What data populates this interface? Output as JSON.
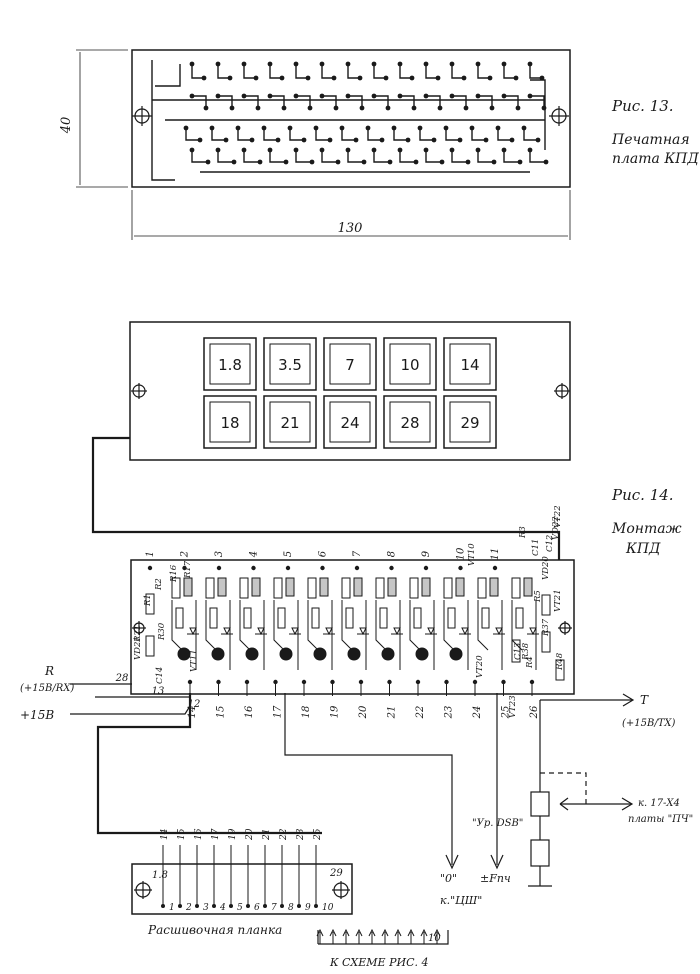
{
  "fig13": {
    "caption_number": "Рис. 13.",
    "caption_line1": "Печатная",
    "caption_line2": "плата КПД",
    "dim_height": "40",
    "dim_width": "130"
  },
  "fig14": {
    "caption_number": "Рис. 14.",
    "caption_line1": "Монтаж",
    "caption_line2": "КПД",
    "keypad_keys": [
      "1.8",
      "3.5",
      "7",
      "10",
      "14",
      "18",
      "21",
      "24",
      "28",
      "29"
    ],
    "top_pins": [
      "1",
      "2",
      "3",
      "4",
      "5",
      "6",
      "7",
      "8",
      "9",
      "10",
      "11"
    ],
    "bottom_pins": [
      "14",
      "15",
      "16",
      "17",
      "18",
      "19",
      "20",
      "21",
      "22",
      "23",
      "24",
      "25",
      "26"
    ],
    "left_pins": [
      "28",
      "13",
      "12"
    ],
    "components": [
      "R1",
      "R2",
      "R16",
      "R17",
      "R30",
      "R3",
      "R5",
      "R37",
      "R48",
      "R4",
      "R21",
      "C11",
      "C12",
      "C13",
      "C14",
      "VD20",
      "VD21",
      "VD22",
      "VT10",
      "VT11",
      "VT20",
      "VT21",
      "VT22",
      "VT23",
      "R38"
    ],
    "label_r": "R",
    "label_r_sub": "(+15В/RX)",
    "label_15v": "+15В",
    "label_t": "T",
    "label_t_sub": "(+15В/TX)",
    "label_k17": "к. 17-Х4",
    "label_k17_sub": "платы \"ПЧ\"",
    "label_ur": "\"Ур. DSВ\"",
    "label_fpch": "±Fпч",
    "label_zero": "\"0\"",
    "label_kcsh": "к.\"ЦШ\"",
    "label_kschem": "К СХЕМЕ РИС. 4",
    "ext_title": "Расшивочная планка",
    "ext_top_pins": [
      "14",
      "15",
      "16",
      "17",
      "19",
      "20",
      "21",
      "22",
      "23",
      "25"
    ],
    "ext_bottom_pins": [
      "1",
      "2",
      "3",
      "4",
      "5",
      "6",
      "7",
      "8",
      "9",
      "10"
    ],
    "ext_corner_left": "1.8",
    "ext_corner_right": "29",
    "ext_bus_end": "10"
  }
}
